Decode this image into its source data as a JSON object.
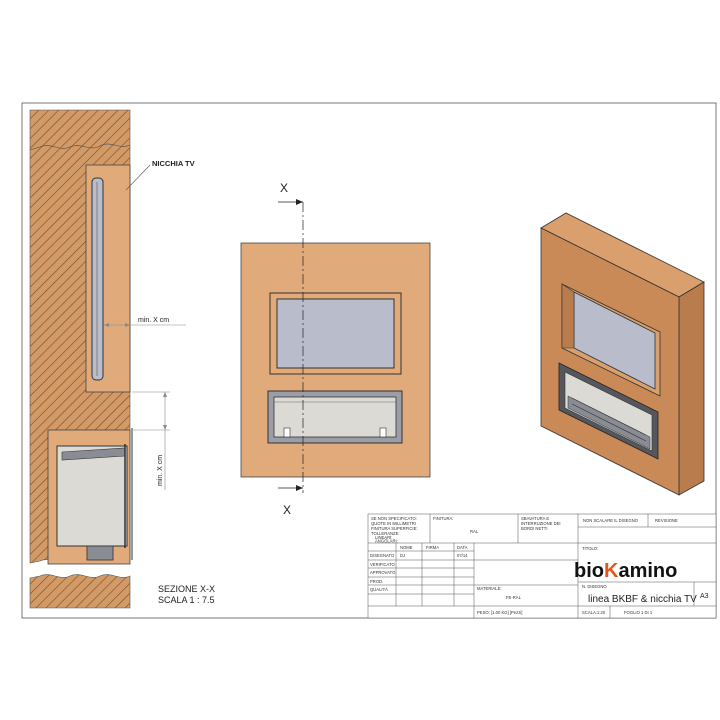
{
  "colors": {
    "wall": "#e0aa7a",
    "wall_dark": "#c98a58",
    "wall_side": "#b97c4c",
    "screen": "#b9bccb",
    "firebox": "#dcdad5",
    "steel": "#8a8c94",
    "line": "#333333",
    "brand_orange": "#e8541c"
  },
  "section_view": {
    "niche_label": "NICCHIA TV",
    "dim_niche_depth": "min. X cm",
    "dim_clearance": "min. X cm",
    "section_title": "SEZIONE X-X",
    "scale_label": "SCALA 1 : 7.5"
  },
  "front_view": {
    "section_mark_top": "X",
    "section_mark_bottom": "X"
  },
  "title_block": {
    "notes": [
      "SE NON SPECIFICATO:",
      "QUOTE IN MILLIMETRI",
      "FINITURA SUPERFICIE:",
      "TOLLERANZE:",
      "LINEARI:",
      "ANGOLARI:"
    ],
    "finish_label": "FINITURA:",
    "finish_value": "RAL",
    "edges_note": [
      "SBAVATURA E",
      "INTERRUZIONE DEI",
      "BORDI NETTI"
    ],
    "no_scale_note": "NON SCALARE IL DISEGNO",
    "revision_label": "REVISIONE",
    "col_name": "NOME",
    "col_signature": "FIRMA",
    "col_date": "DATA",
    "rows": [
      "DISEGNATO",
      "VERIFICATO",
      "APPROVATO",
      "PROD.",
      "QUALITÀ"
    ],
    "drawn_by": "DJ",
    "drawn_date": "07/14",
    "material_label": "MATERIALE:",
    "material_value": "FE-RAL",
    "weight_label": "PESO: [1.00 KG] [Pezzi]",
    "title_label": "TITOLO:",
    "brand_prefix": "bio",
    "brand_k": "K",
    "brand_suffix": "amino",
    "drawing_no_label": "N. DISEGNO",
    "drawing_title": "linea BKBF & nicchia TV",
    "sheet_size": "A3",
    "scale_cell": "SCALA:1:20",
    "sheet_cell": "FOGLIO 1 DI 1"
  }
}
